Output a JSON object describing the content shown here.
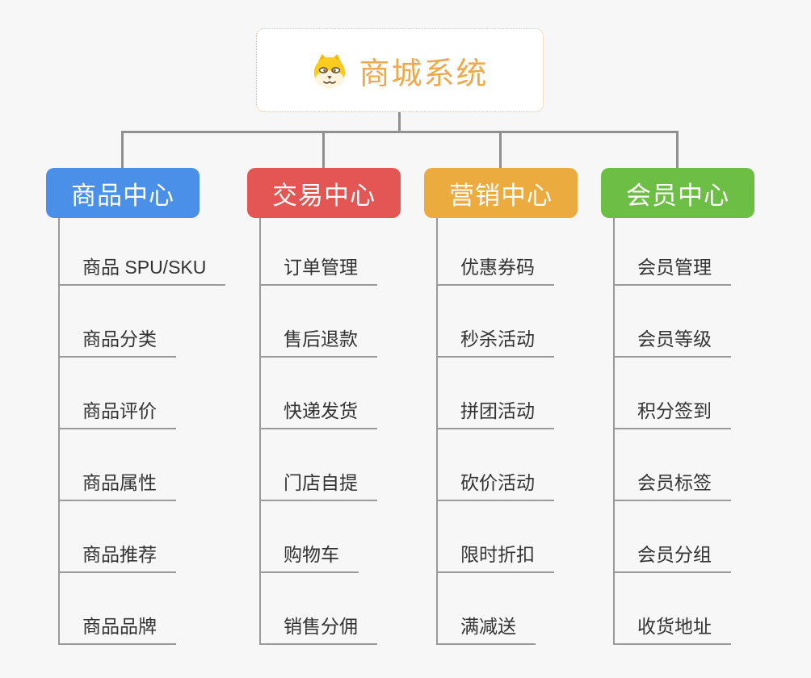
{
  "root": {
    "title": "商城系统",
    "icon": "shiba-dog-icon"
  },
  "branches": [
    {
      "label": "商品中心",
      "color": "#4b90e8",
      "children": [
        "商品 SPU/SKU",
        "商品分类",
        "商品评价",
        "商品属性",
        "商品推荐",
        "商品品牌"
      ]
    },
    {
      "label": "交易中心",
      "color": "#e35653",
      "children": [
        "订单管理",
        "售后退款",
        "快递发货",
        "门店自提",
        "购物车",
        "销售分佣"
      ]
    },
    {
      "label": "营销中心",
      "color": "#ebab3e",
      "children": [
        "优惠券码",
        "秒杀活动",
        "拼团活动",
        "砍价活动",
        "限时折扣",
        "满减送"
      ]
    },
    {
      "label": "会员中心",
      "color": "#6cbe44",
      "children": [
        "会员管理",
        "会员等级",
        "积分签到",
        "会员标签",
        "会员分组",
        "收货地址"
      ]
    }
  ],
  "colors": {
    "background": "#f7f7f8",
    "connector": "#909090",
    "underline": "#9a9a9a",
    "child_text": "#333333",
    "root_text": "#efa94d",
    "root_border": "#f2bf7a",
    "root_background": "#ffffff"
  }
}
